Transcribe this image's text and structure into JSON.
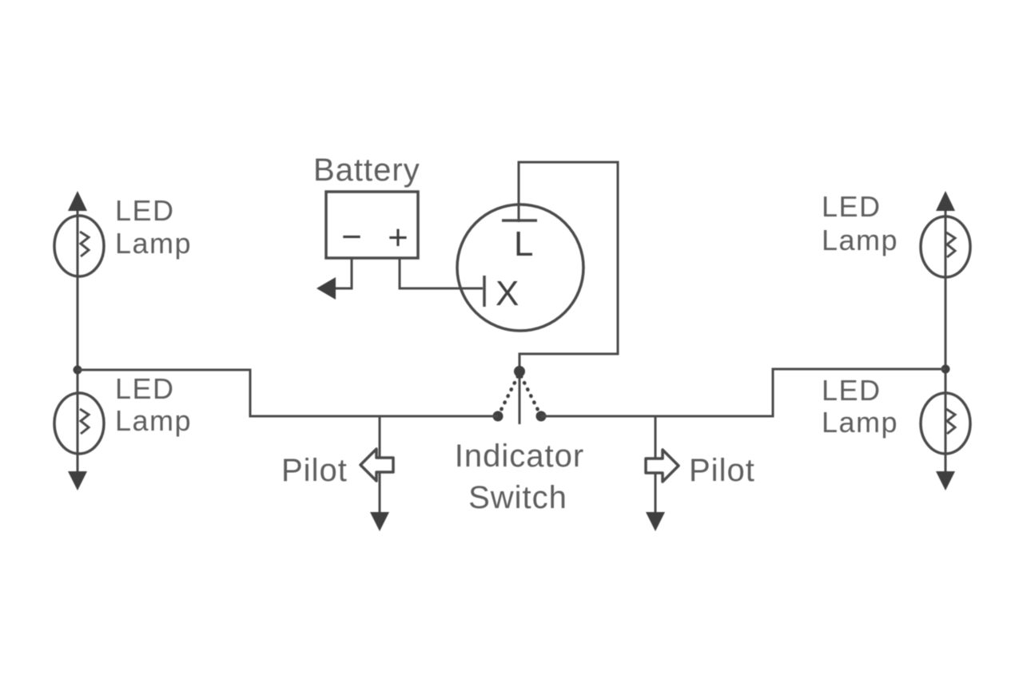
{
  "colors": {
    "background": "#ffffff",
    "line": "#4a4a4a",
    "mark": "#3f3f3f",
    "text": "#5e5e5e"
  },
  "battery": {
    "label": "Battery",
    "minus": "−",
    "plus": "+"
  },
  "relay": {
    "terminal_top": "L",
    "terminal_side": "X"
  },
  "switch": {
    "label_line1": "Indicator",
    "label_line2": "Switch"
  },
  "pilots": {
    "left_label": "Pilot",
    "right_label": "Pilot"
  },
  "lamps": [
    {
      "position": "top-left",
      "line1": "LED",
      "line2": "Lamp"
    },
    {
      "position": "bottom-left",
      "line1": "LED",
      "line2": "Lamp"
    },
    {
      "position": "top-right",
      "line1": "LED",
      "line2": "Lamp"
    },
    {
      "position": "bottom-right",
      "line1": "LED",
      "line2": "Lamp"
    }
  ]
}
